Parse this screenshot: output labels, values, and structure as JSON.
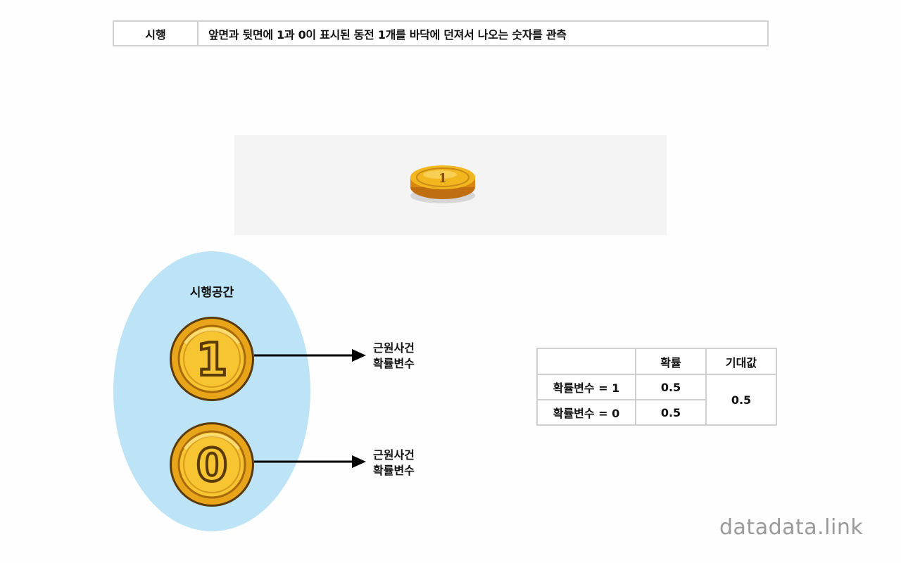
{
  "definition": {
    "term": "시행",
    "description": "앞면과 뒷면에 1과 0이 표시된 동전 1개를 바닥에 던져서 나오는 숫자를 관측"
  },
  "stage_coin": {
    "face": "1"
  },
  "sample_space": {
    "title": "시행공간",
    "coins": [
      {
        "face": "1",
        "event_line1": "근원사건",
        "event_line2": "확률변수"
      },
      {
        "face": "0",
        "event_line1": "근원사건",
        "event_line2": "확률변수"
      }
    ]
  },
  "prob_table": {
    "headers": [
      "",
      "확률",
      "기대값"
    ],
    "rows": [
      {
        "label": "확률변수 = 1",
        "prob": "0.5"
      },
      {
        "label": "확률변수 = 0",
        "prob": "0.5"
      }
    ],
    "expected": "0.5"
  },
  "watermark": "datadata.link",
  "colors": {
    "ellipse": "#bde3f6",
    "coin_gold": "#f2b71e",
    "coin_edge": "#c77f12",
    "border": "#cfcfcf"
  }
}
